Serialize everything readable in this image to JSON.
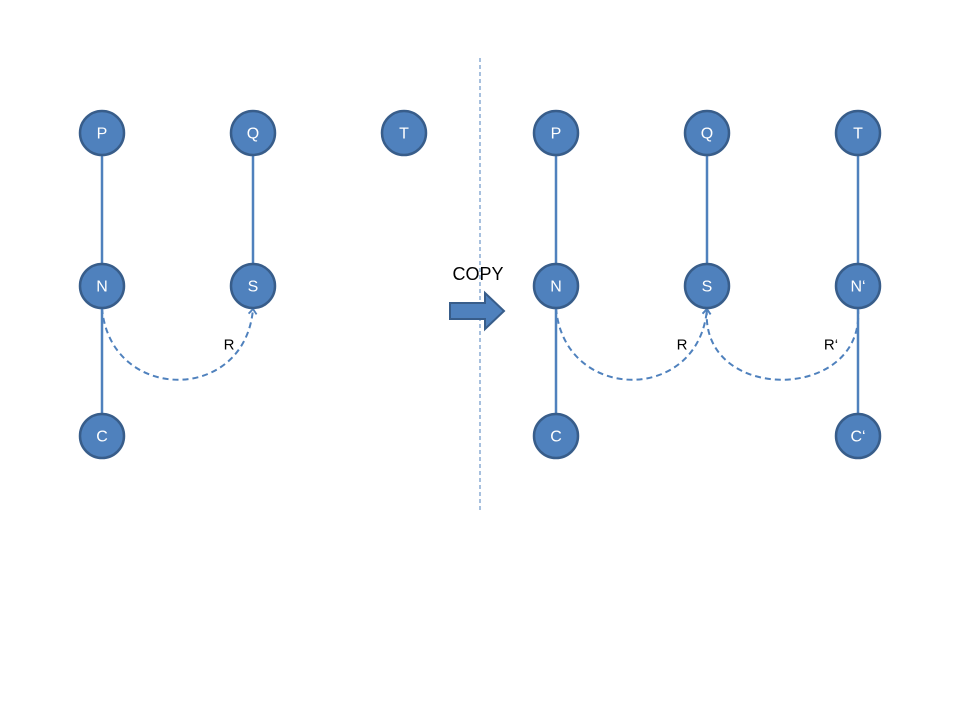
{
  "colors": {
    "node_fill": "#4f81bd",
    "node_stroke": "#385d8a",
    "edge": "#4f81bd",
    "text_on_node": "#ffffff"
  },
  "transition": {
    "label": "COPY",
    "icon": "right-arrow-icon"
  },
  "left": {
    "nodes": [
      {
        "id": "P",
        "label": "P"
      },
      {
        "id": "Q",
        "label": "Q"
      },
      {
        "id": "T",
        "label": "T"
      },
      {
        "id": "N",
        "label": "N"
      },
      {
        "id": "S",
        "label": "S"
      },
      {
        "id": "C",
        "label": "C"
      }
    ],
    "edges": [
      {
        "from": "P",
        "to": "N"
      },
      {
        "from": "Q",
        "to": "S"
      },
      {
        "from": "N",
        "to": "C"
      }
    ],
    "references": [
      {
        "from": "N",
        "to": "S",
        "label": "R"
      }
    ]
  },
  "right": {
    "nodes": [
      {
        "id": "P",
        "label": "P"
      },
      {
        "id": "Q",
        "label": "Q"
      },
      {
        "id": "T",
        "label": "T"
      },
      {
        "id": "N",
        "label": "N"
      },
      {
        "id": "S",
        "label": "S"
      },
      {
        "id": "N2",
        "label": "N‘"
      },
      {
        "id": "C",
        "label": "C"
      },
      {
        "id": "C2",
        "label": "C‘"
      }
    ],
    "edges": [
      {
        "from": "P",
        "to": "N"
      },
      {
        "from": "Q",
        "to": "S"
      },
      {
        "from": "T",
        "to": "N2"
      },
      {
        "from": "N",
        "to": "C"
      },
      {
        "from": "N2",
        "to": "C2"
      }
    ],
    "references": [
      {
        "from": "N",
        "to": "S",
        "label": "R"
      },
      {
        "from": "N2",
        "to": "S",
        "label": "R‘"
      }
    ]
  }
}
